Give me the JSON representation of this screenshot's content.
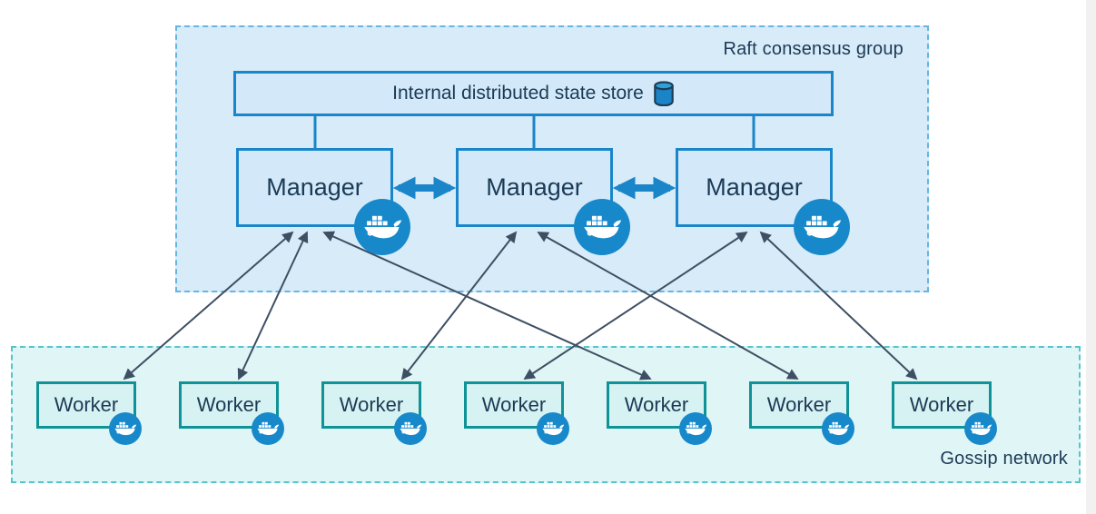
{
  "raft_group": {
    "label": "Raft consensus group",
    "state_store": {
      "label": "Internal distributed state store",
      "icon": "database-cylinder-icon"
    },
    "managers": [
      {
        "label": "Manager",
        "icon": "docker-whale-icon"
      },
      {
        "label": "Manager",
        "icon": "docker-whale-icon"
      },
      {
        "label": "Manager",
        "icon": "docker-whale-icon"
      }
    ]
  },
  "gossip_group": {
    "label": "Gossip network",
    "workers": [
      {
        "label": "Worker",
        "icon": "docker-whale-icon"
      },
      {
        "label": "Worker",
        "icon": "docker-whale-icon"
      },
      {
        "label": "Worker",
        "icon": "docker-whale-icon"
      },
      {
        "label": "Worker",
        "icon": "docker-whale-icon"
      },
      {
        "label": "Worker",
        "icon": "docker-whale-icon"
      },
      {
        "label": "Worker",
        "icon": "docker-whale-icon"
      },
      {
        "label": "Worker",
        "icon": "docker-whale-icon"
      }
    ]
  },
  "connections": {
    "state_store_to_managers": [
      0,
      1,
      2
    ],
    "manager_to_manager_thick_arrows": [
      [
        0,
        1
      ],
      [
        1,
        2
      ]
    ],
    "manager_to_worker_bidirectional": [
      [
        0,
        0
      ],
      [
        0,
        1
      ],
      [
        0,
        4
      ],
      [
        1,
        2
      ],
      [
        1,
        5
      ],
      [
        2,
        3
      ],
      [
        2,
        6
      ]
    ]
  },
  "colors": {
    "raft_fill": "#d8ebf8",
    "raft_dash": "#66b5e3",
    "blue_node_border": "#1a86c9",
    "blue_node_fill": "#d3e9f9",
    "gossip_fill": "#e0f5f6",
    "gossip_dash": "#55c4cb",
    "worker_border": "#0f9397",
    "worker_fill": "#d7f2f2",
    "thin_arrow": "#3e4f63",
    "thick_arrow": "#1a86c9",
    "docker_badge": "#1789cb",
    "text": "#1b3a55"
  }
}
